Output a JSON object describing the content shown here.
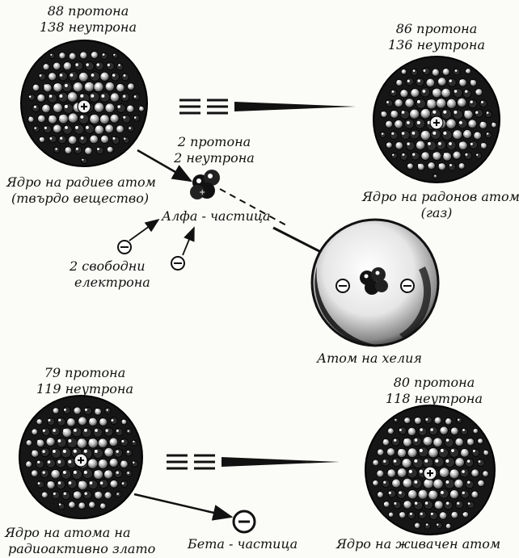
{
  "radium": {
    "line1": "88 протона",
    "line2": "138 неутрона",
    "name1": "Ядро на радиев атом",
    "name2": "(твърдо вещество)"
  },
  "radon": {
    "line1": "86 протона",
    "line2": "136 неутрона",
    "name1": "Ядро на радонов атом",
    "name2": "(газ)"
  },
  "alpha": {
    "line1": "2 протона",
    "line2": "2 неутрона",
    "name": "Алфа - частица"
  },
  "electrons": {
    "line1": "2 свободни",
    "line2": "електрона"
  },
  "helium": {
    "name": "Атом на хелия"
  },
  "gold": {
    "line1": "79 протона",
    "line2": "119 неутрона",
    "name1": "Ядро на атома на",
    "name2": "радиоактивно злато"
  },
  "mercury": {
    "line1": "80 протона",
    "line2": "118 неутрона",
    "name": "Ядро на живачен атом"
  },
  "beta": {
    "name": "Бета - частица"
  },
  "colors": {
    "ink": "#111111",
    "paper": "#fbfbf7"
  }
}
